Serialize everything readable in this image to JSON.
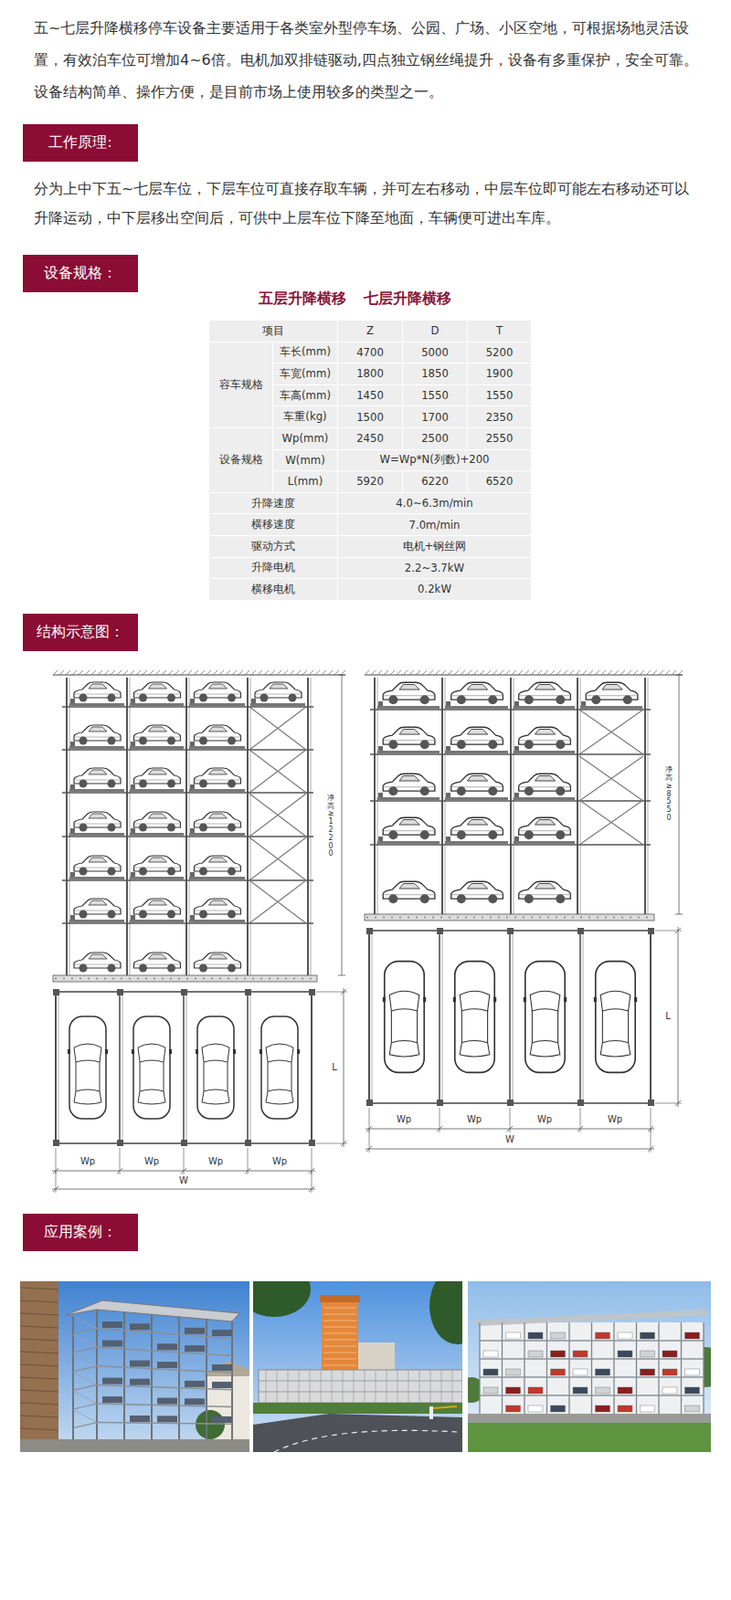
{
  "diagram": {
    "nodes": [
      {
        "text": [
          "工作原理:"
        ]
      },
      {
        "text": [
          "设备规格："
        ]
      },
      {
        "text": [
          "结构示意图："
        ]
      },
      {
        "text": [
          "应用案例："
        ]
      }
    ],
    "labels": [
      "五~七层升降横移停车设备主要适用于各类室外型停车场、公园、广场、小区空地，可根据场地灵活设置，有效泊车位可增加4~6倍。电机加双排链驱动,四点独立钢丝绳提升，设备有多重保护，安全可靠。设备结构简单、操作方便，是目前市场上使用较多的类型之一。",
      "分为上中下五~七层车位，下层车位可直接存取车辆，并可左右移动，中层车位即可能左右移动还可以升降运动，中下层移出空间后，可供中上层车位下降至地面，车辆便可进出车库。",
      "五层升降横移",
      "七层升降横移",
      "项目",
      "Z",
      "D",
      "T",
      "容车规格",
      "车长(mm)",
      "4700",
      "5000",
      "5200",
      "车宽(mm)",
      "1800",
      "1850",
      "1900",
      "车高(mm)",
      "1450",
      "1550",
      "1550",
      "车重(kg)",
      "1500",
      "1700",
      "2350",
      "设备规格",
      "Wp(mm)",
      "2450",
      "2500",
      "2550",
      "W(mm)",
      "W=Wp*N(列数)+200",
      "L(mm)",
      "5920",
      "6220",
      "6520",
      "升降速度",
      "4.0~6.3m/min",
      "横移速度",
      "7.0m/min",
      "驱动方式",
      "电机+钢丝网",
      "升降电机",
      "2.2~3.7kW",
      "横移电机",
      "0.2kW",
      "净高≥12200",
      "Wp",
      "Wp",
      "Wp",
      "Wp",
      "W",
      "L",
      "净高≥8550",
      "Wp",
      "Wp",
      "Wp",
      "Wp",
      "W",
      "L"
    ]
  }
}
